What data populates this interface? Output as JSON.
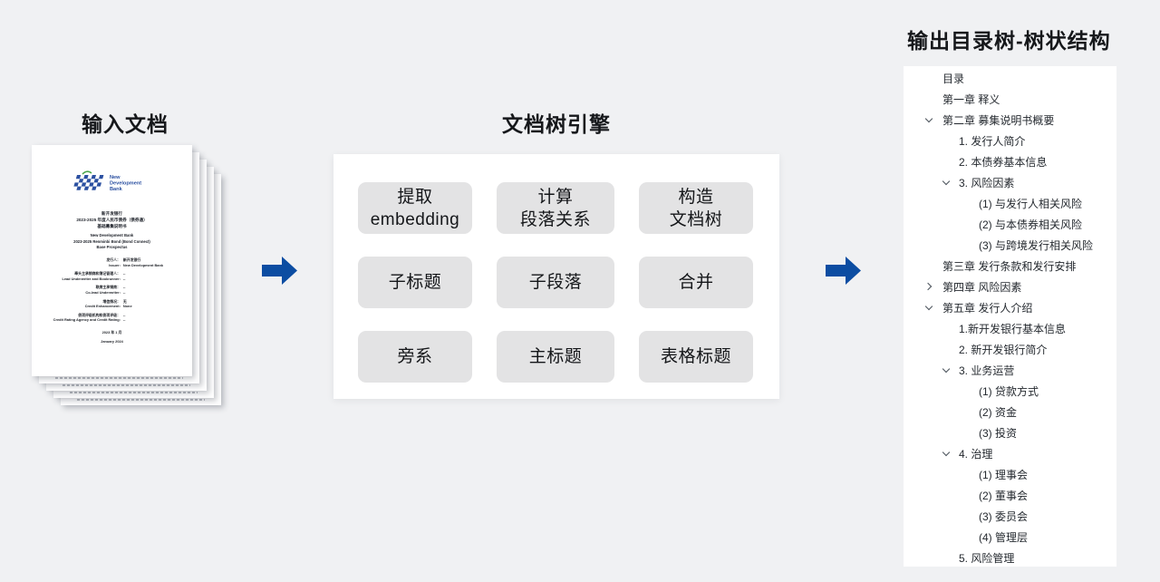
{
  "arrow_color": "#0c4da2",
  "input_section": {
    "title": "输入文档",
    "document": {
      "logo": {
        "name": "new-development-bank-logo",
        "text_lines": [
          "New",
          "Development",
          "Bank"
        ],
        "blue": "#2b50a1",
        "green": "#4ca64c"
      },
      "cn_title_lines": [
        "新开发银行",
        "2023-2025 年度人民币债券（债券通）",
        "基础募集说明书"
      ],
      "en_title_lines": [
        "New Development Bank",
        "2023-2025 Renminbi Bond (Bond Connect)",
        "Base Prospectus"
      ],
      "fields": [
        {
          "label": "发行人：",
          "value": "新开发银行",
          "gap": false
        },
        {
          "label": "Issuer:",
          "value": "New Development Bank",
          "gap": false
        },
        {
          "label": "牵头主承销商和簿记管理人：",
          "value": "--",
          "gap": true
        },
        {
          "label": "Lead Underwriter and Bookrunner:",
          "value": "--",
          "gap": false
        },
        {
          "label": "联席主承销商：",
          "value": "--",
          "gap": true
        },
        {
          "label": "Co-lead Underwriter:",
          "value": "--",
          "gap": false
        },
        {
          "label": "增信情况：",
          "value": "无",
          "gap": true
        },
        {
          "label": "Credit Enhancement:",
          "value": "None",
          "gap": false
        },
        {
          "label": "债项评级机构和债项评级：",
          "value": "--",
          "gap": true
        },
        {
          "label": "Credit Rating Agency and Credit Rating:",
          "value": "--",
          "gap": false
        }
      ],
      "date_lines": [
        "2023 年 1 月",
        "January 2024"
      ]
    }
  },
  "engine_section": {
    "title": "文档树引擎",
    "boxes": [
      [
        "提取",
        "embedding"
      ],
      [
        "计算",
        "段落关系"
      ],
      [
        "构造",
        "文档树"
      ],
      [
        "子标题"
      ],
      [
        "子段落"
      ],
      [
        "合并"
      ],
      [
        "旁系"
      ],
      [
        "主标题"
      ],
      [
        "表格标题"
      ]
    ]
  },
  "output_section": {
    "title": "输出目录树-树状结构",
    "tree": [
      {
        "label": "目录",
        "level": 0,
        "chevron": ""
      },
      {
        "label": "第一章 释义",
        "level": 0,
        "chevron": ""
      },
      {
        "label": "第二章 募集说明书概要",
        "level": 0,
        "chevron": "down"
      },
      {
        "label": "1. 发行人简介",
        "level": 1,
        "chevron": ""
      },
      {
        "label": "2. 本债券基本信息",
        "level": 1,
        "chevron": ""
      },
      {
        "label": "3. 风险因素",
        "level": 1,
        "chevron": "down"
      },
      {
        "label": "(1) 与发行人相关风险",
        "level": 2,
        "chevron": ""
      },
      {
        "label": "(2) 与本债券相关风险",
        "level": 2,
        "chevron": ""
      },
      {
        "label": "(3) 与跨境发行相关风险",
        "level": 2,
        "chevron": ""
      },
      {
        "label": "第三章 发行条款和发行安排",
        "level": 0,
        "chevron": ""
      },
      {
        "label": "第四章 风险因素",
        "level": 0,
        "chevron": "right"
      },
      {
        "label": "第五章 发行人介绍",
        "level": 0,
        "chevron": "down"
      },
      {
        "label": "1.新开发银行基本信息",
        "level": 1,
        "chevron": ""
      },
      {
        "label": "2. 新开发银行简介",
        "level": 1,
        "chevron": ""
      },
      {
        "label": "3. 业务运营",
        "level": 1,
        "chevron": "down"
      },
      {
        "label": "(1) 贷款方式",
        "level": 2,
        "chevron": ""
      },
      {
        "label": "(2) 资金",
        "level": 2,
        "chevron": ""
      },
      {
        "label": "(3) 投资",
        "level": 2,
        "chevron": ""
      },
      {
        "label": "4. 治理",
        "level": 1,
        "chevron": "down"
      },
      {
        "label": "(1) 理事会",
        "level": 2,
        "chevron": ""
      },
      {
        "label": "(2) 董事会",
        "level": 2,
        "chevron": ""
      },
      {
        "label": "(3) 委员会",
        "level": 2,
        "chevron": ""
      },
      {
        "label": "(4) 管理层",
        "level": 2,
        "chevron": ""
      },
      {
        "label": "5. 风险管理",
        "level": 1,
        "chevron": ""
      }
    ]
  }
}
